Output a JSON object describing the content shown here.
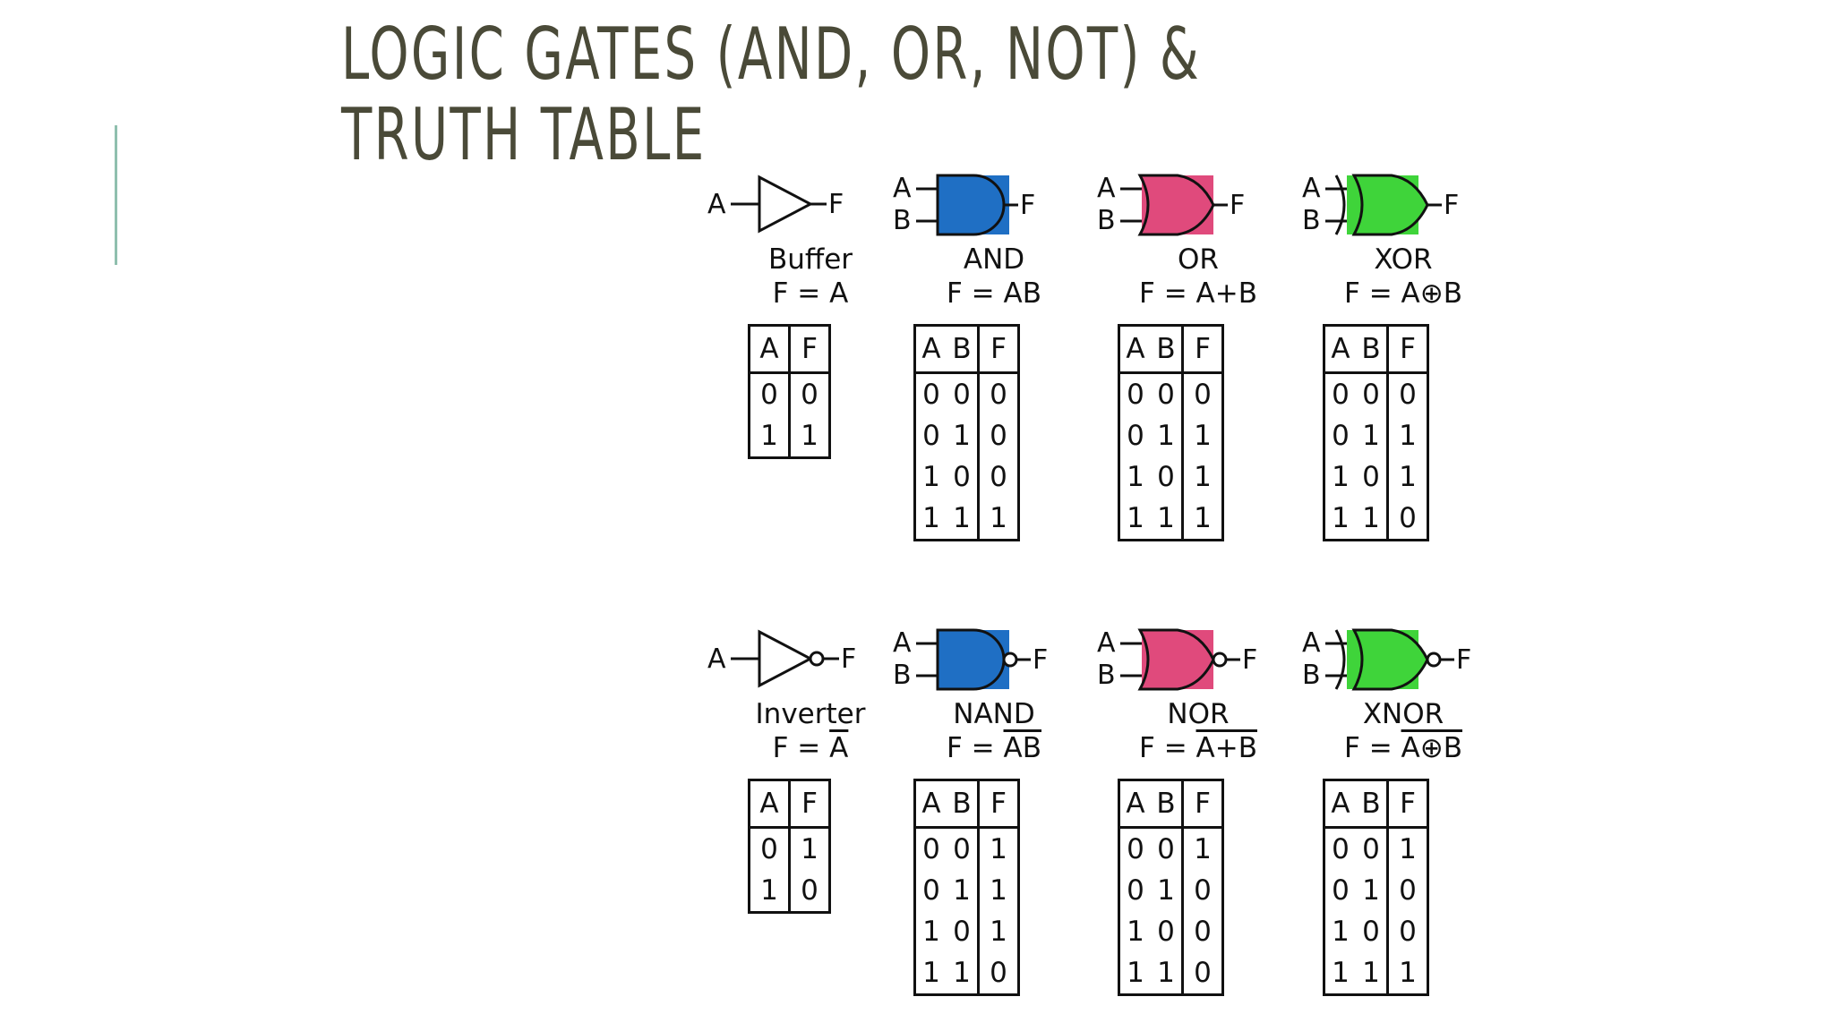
{
  "slide": {
    "title": "LOGIC GATES (AND, OR, NOT) & TRUTH TABLE"
  },
  "colors": {
    "and_fill": "#1f6fc4",
    "or_fill": "#e04a7c",
    "xor_fill": "#3fd43a",
    "title_color": "#4a4a38",
    "accent_line": "#8fbfae"
  },
  "gates": [
    {
      "id": "buffer",
      "name": "Buffer",
      "eq_prefix": "F = ",
      "eq_expr": "A",
      "eq_overline": false,
      "shape": "buffer",
      "inverted": false,
      "inputs": [
        "A"
      ],
      "output": "F",
      "headers": [
        "A",
        "F"
      ],
      "rows": [
        [
          "0",
          "0"
        ],
        [
          "1",
          "1"
        ]
      ]
    },
    {
      "id": "and",
      "name": "AND",
      "eq_prefix": "F = ",
      "eq_expr": "AB",
      "eq_overline": false,
      "shape": "and",
      "inverted": false,
      "inputs": [
        "A",
        "B"
      ],
      "output": "F",
      "headers": [
        "A",
        "B",
        "F"
      ],
      "rows": [
        [
          "0",
          "0",
          "0"
        ],
        [
          "0",
          "1",
          "0"
        ],
        [
          "1",
          "0",
          "0"
        ],
        [
          "1",
          "1",
          "1"
        ]
      ]
    },
    {
      "id": "or",
      "name": "OR",
      "eq_prefix": "F = ",
      "eq_expr": "A+B",
      "eq_overline": false,
      "shape": "or",
      "inverted": false,
      "inputs": [
        "A",
        "B"
      ],
      "output": "F",
      "headers": [
        "A",
        "B",
        "F"
      ],
      "rows": [
        [
          "0",
          "0",
          "0"
        ],
        [
          "0",
          "1",
          "1"
        ],
        [
          "1",
          "0",
          "1"
        ],
        [
          "1",
          "1",
          "1"
        ]
      ]
    },
    {
      "id": "xor",
      "name": "XOR",
      "eq_prefix": "F = ",
      "eq_expr": "A⊕B",
      "eq_overline": false,
      "shape": "xor",
      "inverted": false,
      "inputs": [
        "A",
        "B"
      ],
      "output": "F",
      "headers": [
        "A",
        "B",
        "F"
      ],
      "rows": [
        [
          "0",
          "0",
          "0"
        ],
        [
          "0",
          "1",
          "1"
        ],
        [
          "1",
          "0",
          "1"
        ],
        [
          "1",
          "1",
          "0"
        ]
      ]
    },
    {
      "id": "inverter",
      "name": "Inverter",
      "eq_prefix": "F = ",
      "eq_expr": "A",
      "eq_overline": true,
      "shape": "buffer",
      "inverted": true,
      "inputs": [
        "A"
      ],
      "output": "F",
      "headers": [
        "A",
        "F"
      ],
      "rows": [
        [
          "0",
          "1"
        ],
        [
          "1",
          "0"
        ]
      ]
    },
    {
      "id": "nand",
      "name": "NAND",
      "eq_prefix": "F = ",
      "eq_expr": "AB",
      "eq_overline": true,
      "shape": "and",
      "inverted": true,
      "inputs": [
        "A",
        "B"
      ],
      "output": "F",
      "headers": [
        "A",
        "B",
        "F"
      ],
      "rows": [
        [
          "0",
          "0",
          "1"
        ],
        [
          "0",
          "1",
          "1"
        ],
        [
          "1",
          "0",
          "1"
        ],
        [
          "1",
          "1",
          "0"
        ]
      ]
    },
    {
      "id": "nor",
      "name": "NOR",
      "eq_prefix": "F = ",
      "eq_expr": "A+B",
      "eq_overline": true,
      "shape": "or",
      "inverted": true,
      "inputs": [
        "A",
        "B"
      ],
      "output": "F",
      "headers": [
        "A",
        "B",
        "F"
      ],
      "rows": [
        [
          "0",
          "0",
          "1"
        ],
        [
          "0",
          "1",
          "0"
        ],
        [
          "1",
          "0",
          "0"
        ],
        [
          "1",
          "1",
          "0"
        ]
      ]
    },
    {
      "id": "xnor",
      "name": "XNOR",
      "eq_prefix": "F = ",
      "eq_expr": "A⊕B",
      "eq_overline": true,
      "shape": "xor",
      "inverted": true,
      "inputs": [
        "A",
        "B"
      ],
      "output": "F",
      "headers": [
        "A",
        "B",
        "F"
      ],
      "rows": [
        [
          "0",
          "0",
          "1"
        ],
        [
          "0",
          "1",
          "0"
        ],
        [
          "1",
          "0",
          "0"
        ],
        [
          "1",
          "1",
          "1"
        ]
      ]
    }
  ]
}
